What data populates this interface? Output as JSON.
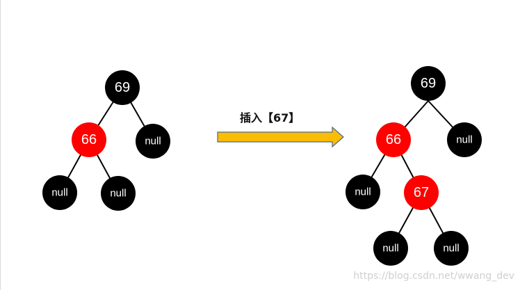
{
  "diagram": {
    "operation_label": "插入【67】",
    "colors": {
      "black_node": "#000000",
      "red_node": "#ff0000",
      "arrow_fill": "#fbbc05",
      "arrow_stroke": "#4a6a8f",
      "edge": "#000000"
    },
    "before_tree": {
      "root": "69",
      "root_left": "66",
      "root_right": "null",
      "left_left": "null",
      "left_right": "null"
    },
    "after_tree": {
      "root": "69",
      "root_left": "66",
      "root_right": "null",
      "left_left": "null",
      "left_right": "67",
      "new_left": "null",
      "new_right": "null"
    }
  },
  "watermark": "https://blog.csdn.net/wwang_dev"
}
